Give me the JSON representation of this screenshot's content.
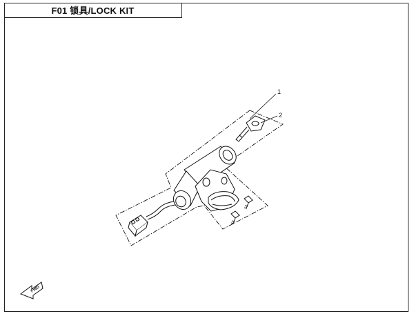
{
  "title": "F01 锁具/LOCK KIT",
  "callouts": {
    "c1": "1",
    "c2": "2"
  },
  "direction_label": "FWD",
  "colors": {
    "line": "#111111",
    "background": "#ffffff"
  }
}
